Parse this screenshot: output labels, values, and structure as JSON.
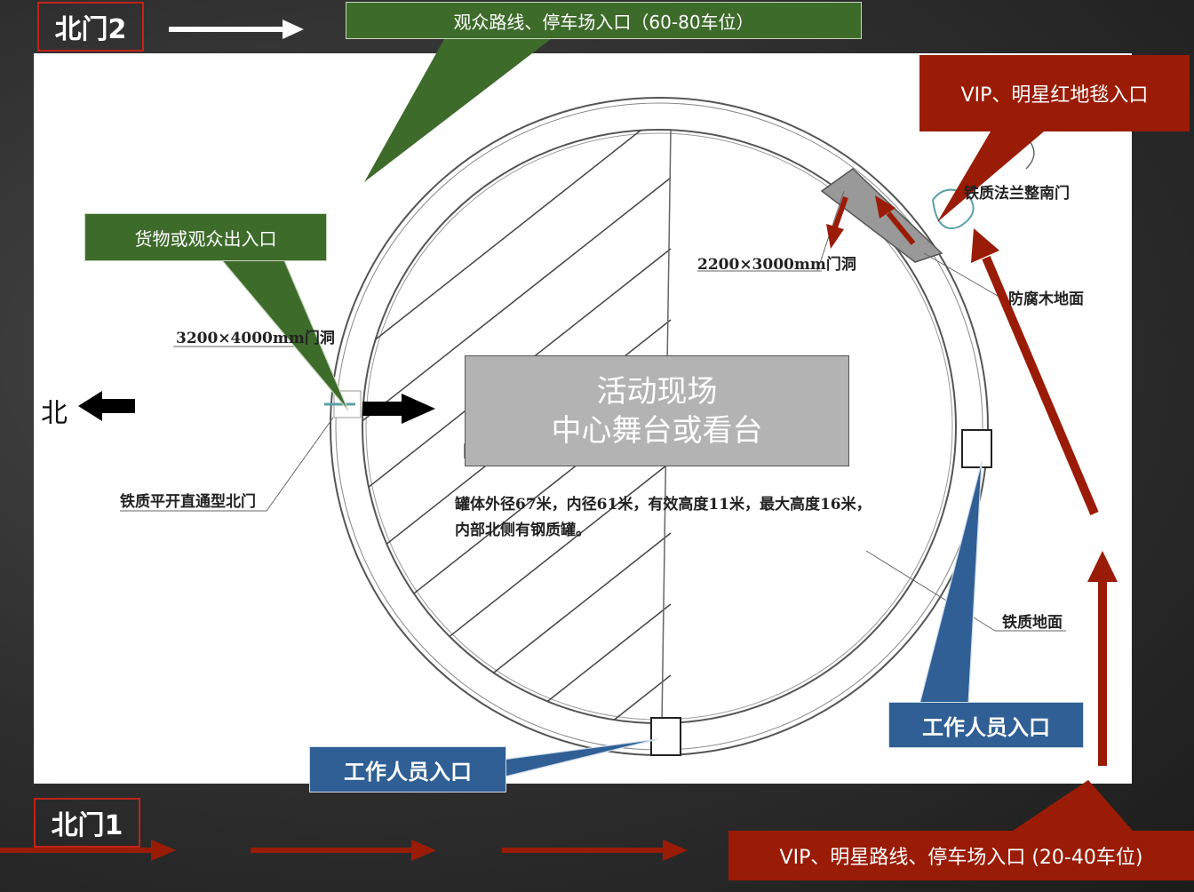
{
  "gates": {
    "north_gate_2": "北门2",
    "north_gate_1": "北门1"
  },
  "north_label": "北",
  "callouts": {
    "audience_route": "观众路线、停车场入口（60-80车位）",
    "vip_red_carpet": "VIP、明星红地毯入口",
    "cargo_entrance": "货物或观众出入口",
    "staff_entrance_right": "工作人员入口",
    "staff_entrance_bottom": "工作人员入口",
    "vip_route": "VIP、明星路线、停车场入口 (20-40车位)"
  },
  "stage": {
    "line1": "活动现场",
    "line2": "中心舞台或看台"
  },
  "drawing_labels": {
    "door_3200": "3200×4000mm门洞",
    "door_2200": "2200×3000mm门洞",
    "iron_gate": "铁质平开直通型北门",
    "south_gate": "铁质法兰整南门",
    "wood_floor": "防腐木地面",
    "iron_floor": "铁质地面",
    "spec_line1": "罐体外径67米，内径61米，有效高度11米，最大高度16米，",
    "spec_line2": "内部北侧有钢质罐。"
  },
  "colors": {
    "green": "#3d6b2a",
    "red": "#9a1c06",
    "blue": "#2f5f94",
    "stage_gray": "#b3b3b3"
  }
}
